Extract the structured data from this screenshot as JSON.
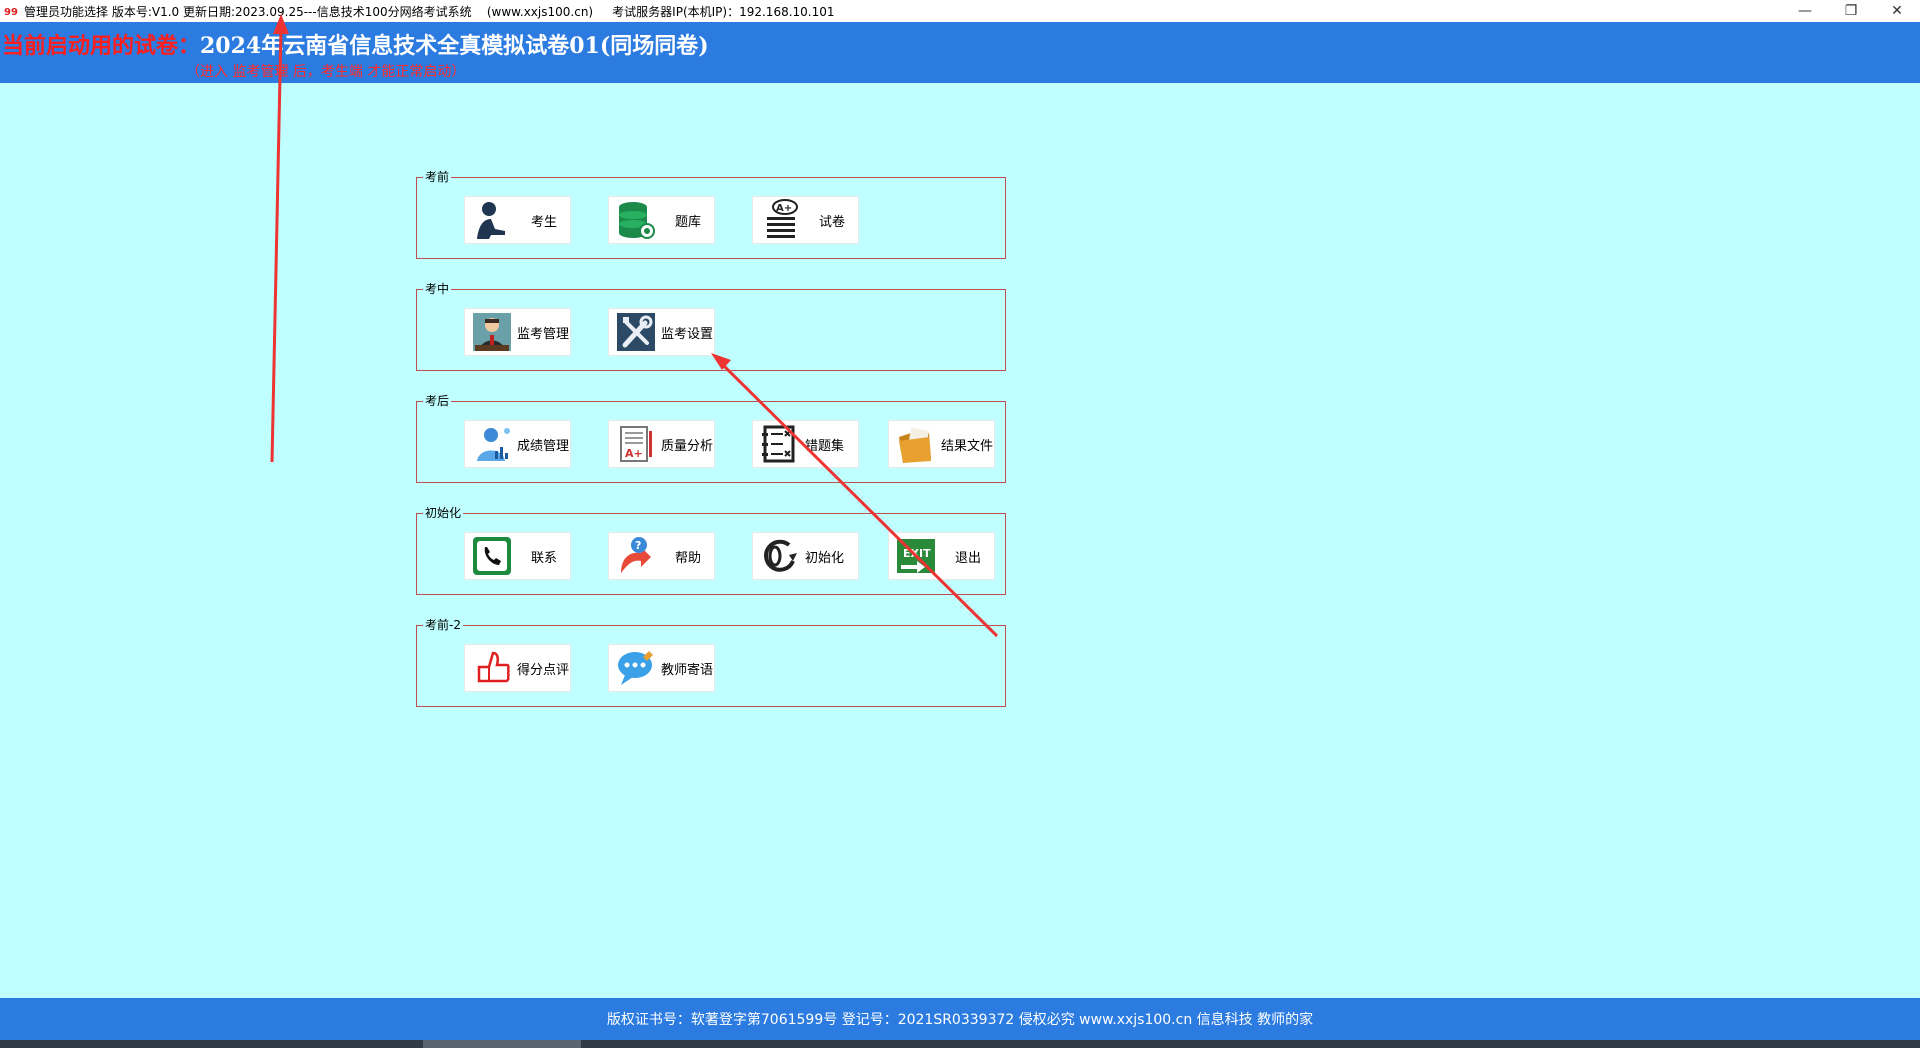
{
  "window": {
    "title": "管理员功能选择 版本号:V1.0 更新日期:2023.09.25---信息技术100分网络考试系统    (www.xxjs100.cn)     考试服务器IP(本机IP)：192.168.10.101",
    "minimize": "—",
    "restore": "❐",
    "close": "✕"
  },
  "header": {
    "current_label": "当前启动用的试卷：",
    "exam_title": "2024年云南省信息技术全真模拟试卷01(同场同卷)",
    "note": "（进入 监考管理 后，考生端 才能正常启动）"
  },
  "groups": [
    {
      "title": "考前",
      "buttons": [
        {
          "label": "考生",
          "icon": "student-icon"
        },
        {
          "label": "题库",
          "icon": "database-icon"
        },
        {
          "label": "试卷",
          "icon": "paper-icon"
        }
      ]
    },
    {
      "title": "考中",
      "buttons": [
        {
          "label": "监考管理",
          "icon": "proctor-icon"
        },
        {
          "label": "监考设置",
          "icon": "tools-icon"
        }
      ]
    },
    {
      "title": "考后",
      "buttons": [
        {
          "label": "成绩管理",
          "icon": "score-icon"
        },
        {
          "label": "质量分析",
          "icon": "analysis-icon"
        },
        {
          "label": "错题集",
          "icon": "wrong-questions-icon"
        },
        {
          "label": "结果文件",
          "icon": "folder-icon"
        }
      ]
    },
    {
      "title": "初始化",
      "buttons": [
        {
          "label": "联系",
          "icon": "phone-icon"
        },
        {
          "label": "帮助",
          "icon": "help-icon"
        },
        {
          "label": "初始化",
          "icon": "reset-icon"
        },
        {
          "label": "退出",
          "icon": "exit-icon"
        }
      ]
    },
    {
      "title": "考前-2",
      "buttons": [
        {
          "label": "得分点评",
          "icon": "thumbs-up-icon"
        },
        {
          "label": "教师寄语",
          "icon": "chat-bubble-icon"
        }
      ]
    }
  ],
  "footer": {
    "text": "版权证书号：软著登字第7061599号 登记号：2021SR0339372   侵权必究   www.xxjs100.cn  信息科技 教师的家"
  },
  "colors": {
    "background": "#bfffff",
    "header_blue": "#2b7be0",
    "alert_red": "#ff1e1e",
    "annotation_arrow": "#ee3333"
  }
}
